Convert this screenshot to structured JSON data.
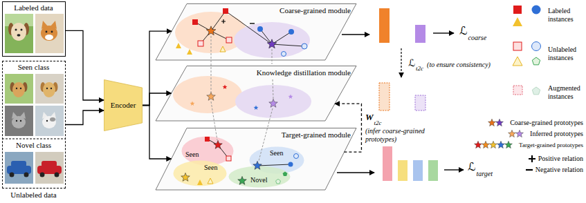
{
  "diagram": {
    "nodes": [
      {
        "text": [
          "Labeled data"
        ]
      },
      {
        "text": [
          "Seen class",
          "Novel class",
          "Unlabeled data"
        ]
      },
      {
        "text": [
          "Encoder"
        ]
      },
      {
        "text": [
          "Coarse-grained module"
        ]
      },
      {
        "text": [
          "Knowledge distillation module"
        ]
      },
      {
        "text": [
          "Target-grained module"
        ]
      },
      {
        "text": [
          "Seen"
        ],
        "in": 5
      },
      {
        "text": [
          "Seen"
        ],
        "in": 5
      },
      {
        "text": [
          "Seen"
        ],
        "in": 5
      },
      {
        "text": [
          "Novel"
        ],
        "in": 5
      }
    ],
    "edges": [
      {
        "from": 0,
        "to": 2,
        "arrow": "to"
      },
      {
        "from": 1,
        "to": 2,
        "arrow": "to"
      },
      {
        "from": 2,
        "to": 3,
        "arrow": "to"
      },
      {
        "from": 2,
        "to": 4,
        "arrow": "to"
      },
      {
        "from": 2,
        "to": 5,
        "arrow": "to"
      },
      {
        "from": 5,
        "to": 4,
        "arrow": "to"
      }
    ],
    "labels": [
      "ℒ",
      "coarse",
      "ℒ",
      "t2c",
      "(to ensure consistency)",
      "W",
      "t2c",
      "(infer coarse-grained prototypes)",
      "ℒ",
      "target"
    ],
    "legend": [
      {
        "text": "Labeled instances"
      },
      {
        "text": "Unlabeled instances"
      },
      {
        "text": "Augmented instances"
      },
      {
        "text": "Coarse-grained prototypes"
      },
      {
        "text": "Inferred prototypes"
      },
      {
        "text": "Target-grained prototypes"
      },
      {
        "text": "Positive relation"
      },
      {
        "text": "Negative relation"
      }
    ]
  }
}
